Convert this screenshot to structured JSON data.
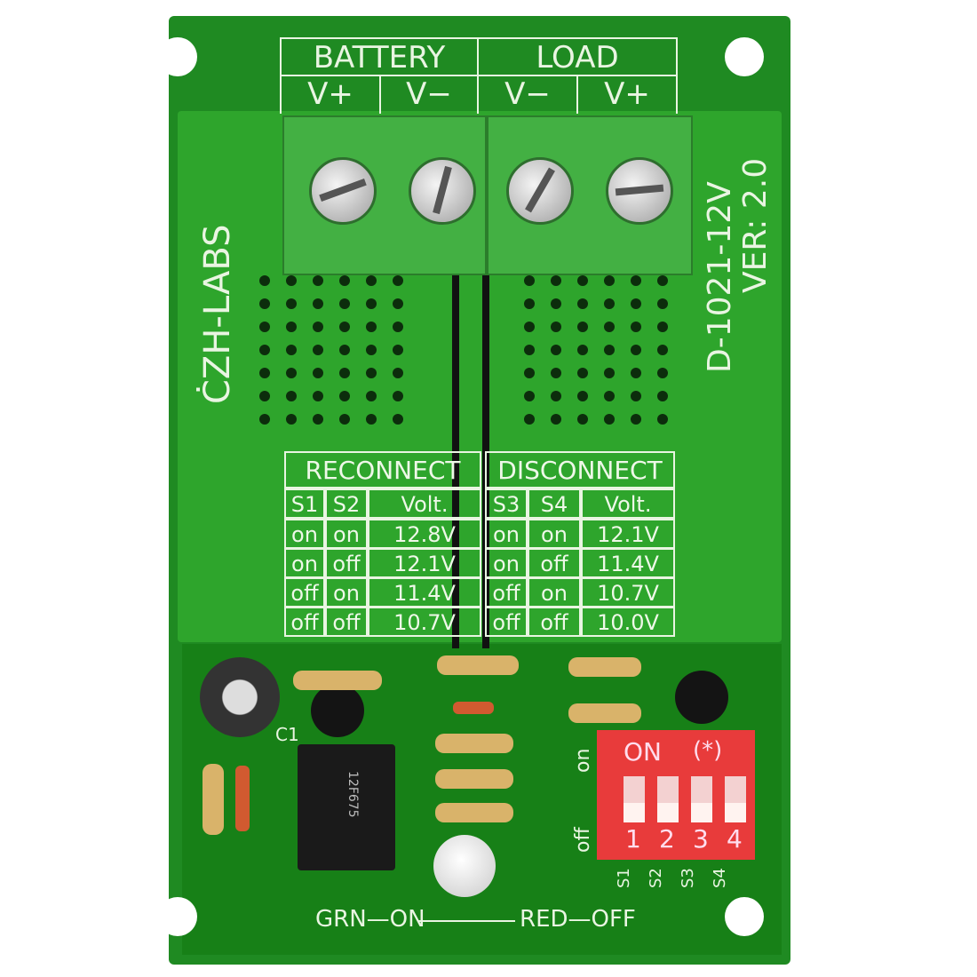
{
  "header": {
    "battery": "BATTERY",
    "load": "LOAD",
    "terminals": [
      "V+",
      "V−",
      "V−",
      "V+"
    ]
  },
  "brand": "ĊZH-LABS",
  "model": "D-1021-12V",
  "version": "VER: 2.0",
  "table": {
    "reconnect": "RECONNECT",
    "disconnect": "DISCONNECT",
    "columns": [
      "S1",
      "S2",
      "Volt.",
      "S3",
      "S4",
      "Volt."
    ],
    "rows": [
      [
        "on",
        "on",
        "12.8V",
        "on",
        "on",
        "12.1V"
      ],
      [
        "on",
        "off",
        "12.1V",
        "on",
        "off",
        "11.4V"
      ],
      [
        "off",
        "on",
        "11.4V",
        "off",
        "on",
        "10.7V"
      ],
      [
        "off",
        "off",
        "10.7V",
        "off",
        "off",
        "10.0V"
      ]
    ]
  },
  "dip": {
    "on_label": "ON",
    "marker": "(*)",
    "numbers": [
      "1",
      "2",
      "3",
      "4"
    ],
    "side_on": "on",
    "side_off": "off",
    "switch_labels": [
      "S1",
      "S2",
      "S3",
      "S4"
    ],
    "color": "#e83b3b"
  },
  "chip": {
    "text": "12F675"
  },
  "cap_label": "C1",
  "led_label": {
    "left": "GRN—ON",
    "right": "RED—OFF"
  },
  "colors": {
    "board": "#1f8a22",
    "silkscreen": "#e9f5e2"
  }
}
